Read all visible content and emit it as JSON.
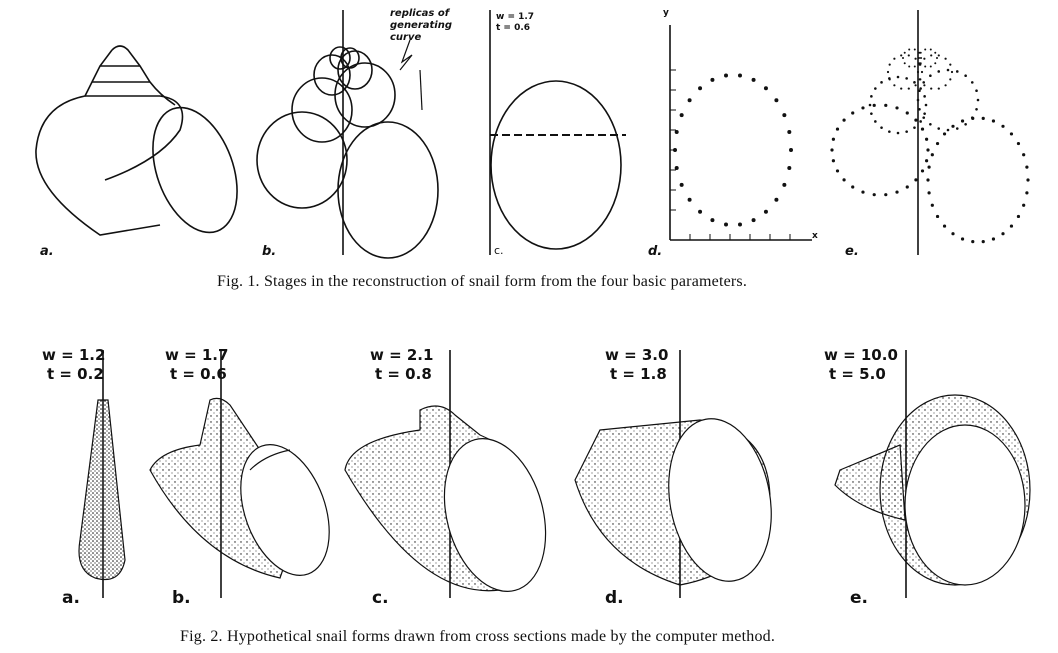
{
  "figure1": {
    "caption": "Fig. 1. Stages in the reconstruction of snail form from the four basic parameters.",
    "panels": [
      "a.",
      "b.",
      "c.",
      "d.",
      "e."
    ],
    "annotation": [
      "replicas of",
      "generating",
      "curve"
    ],
    "panel_c_params": {
      "w": "w = 1.7",
      "t": "t = 0.6"
    },
    "axis_x": "x",
    "axis_y": "y"
  },
  "figure2": {
    "caption": "Fig. 2. Hypothetical snail forms drawn from cross sections made by the computer method.",
    "panels": [
      {
        "letter": "a.",
        "w": "w = 1.2",
        "t": "t = 0.2"
      },
      {
        "letter": "b.",
        "w": "w = 1.7",
        "t": "t = 0.6"
      },
      {
        "letter": "c.",
        "w": "w = 2.1",
        "t": "t = 0.8"
      },
      {
        "letter": "d.",
        "w": "w = 3.0",
        "t": "t = 1.8"
      },
      {
        "letter": "e.",
        "w": "w = 10.0",
        "t": "t = 5.0"
      }
    ]
  }
}
